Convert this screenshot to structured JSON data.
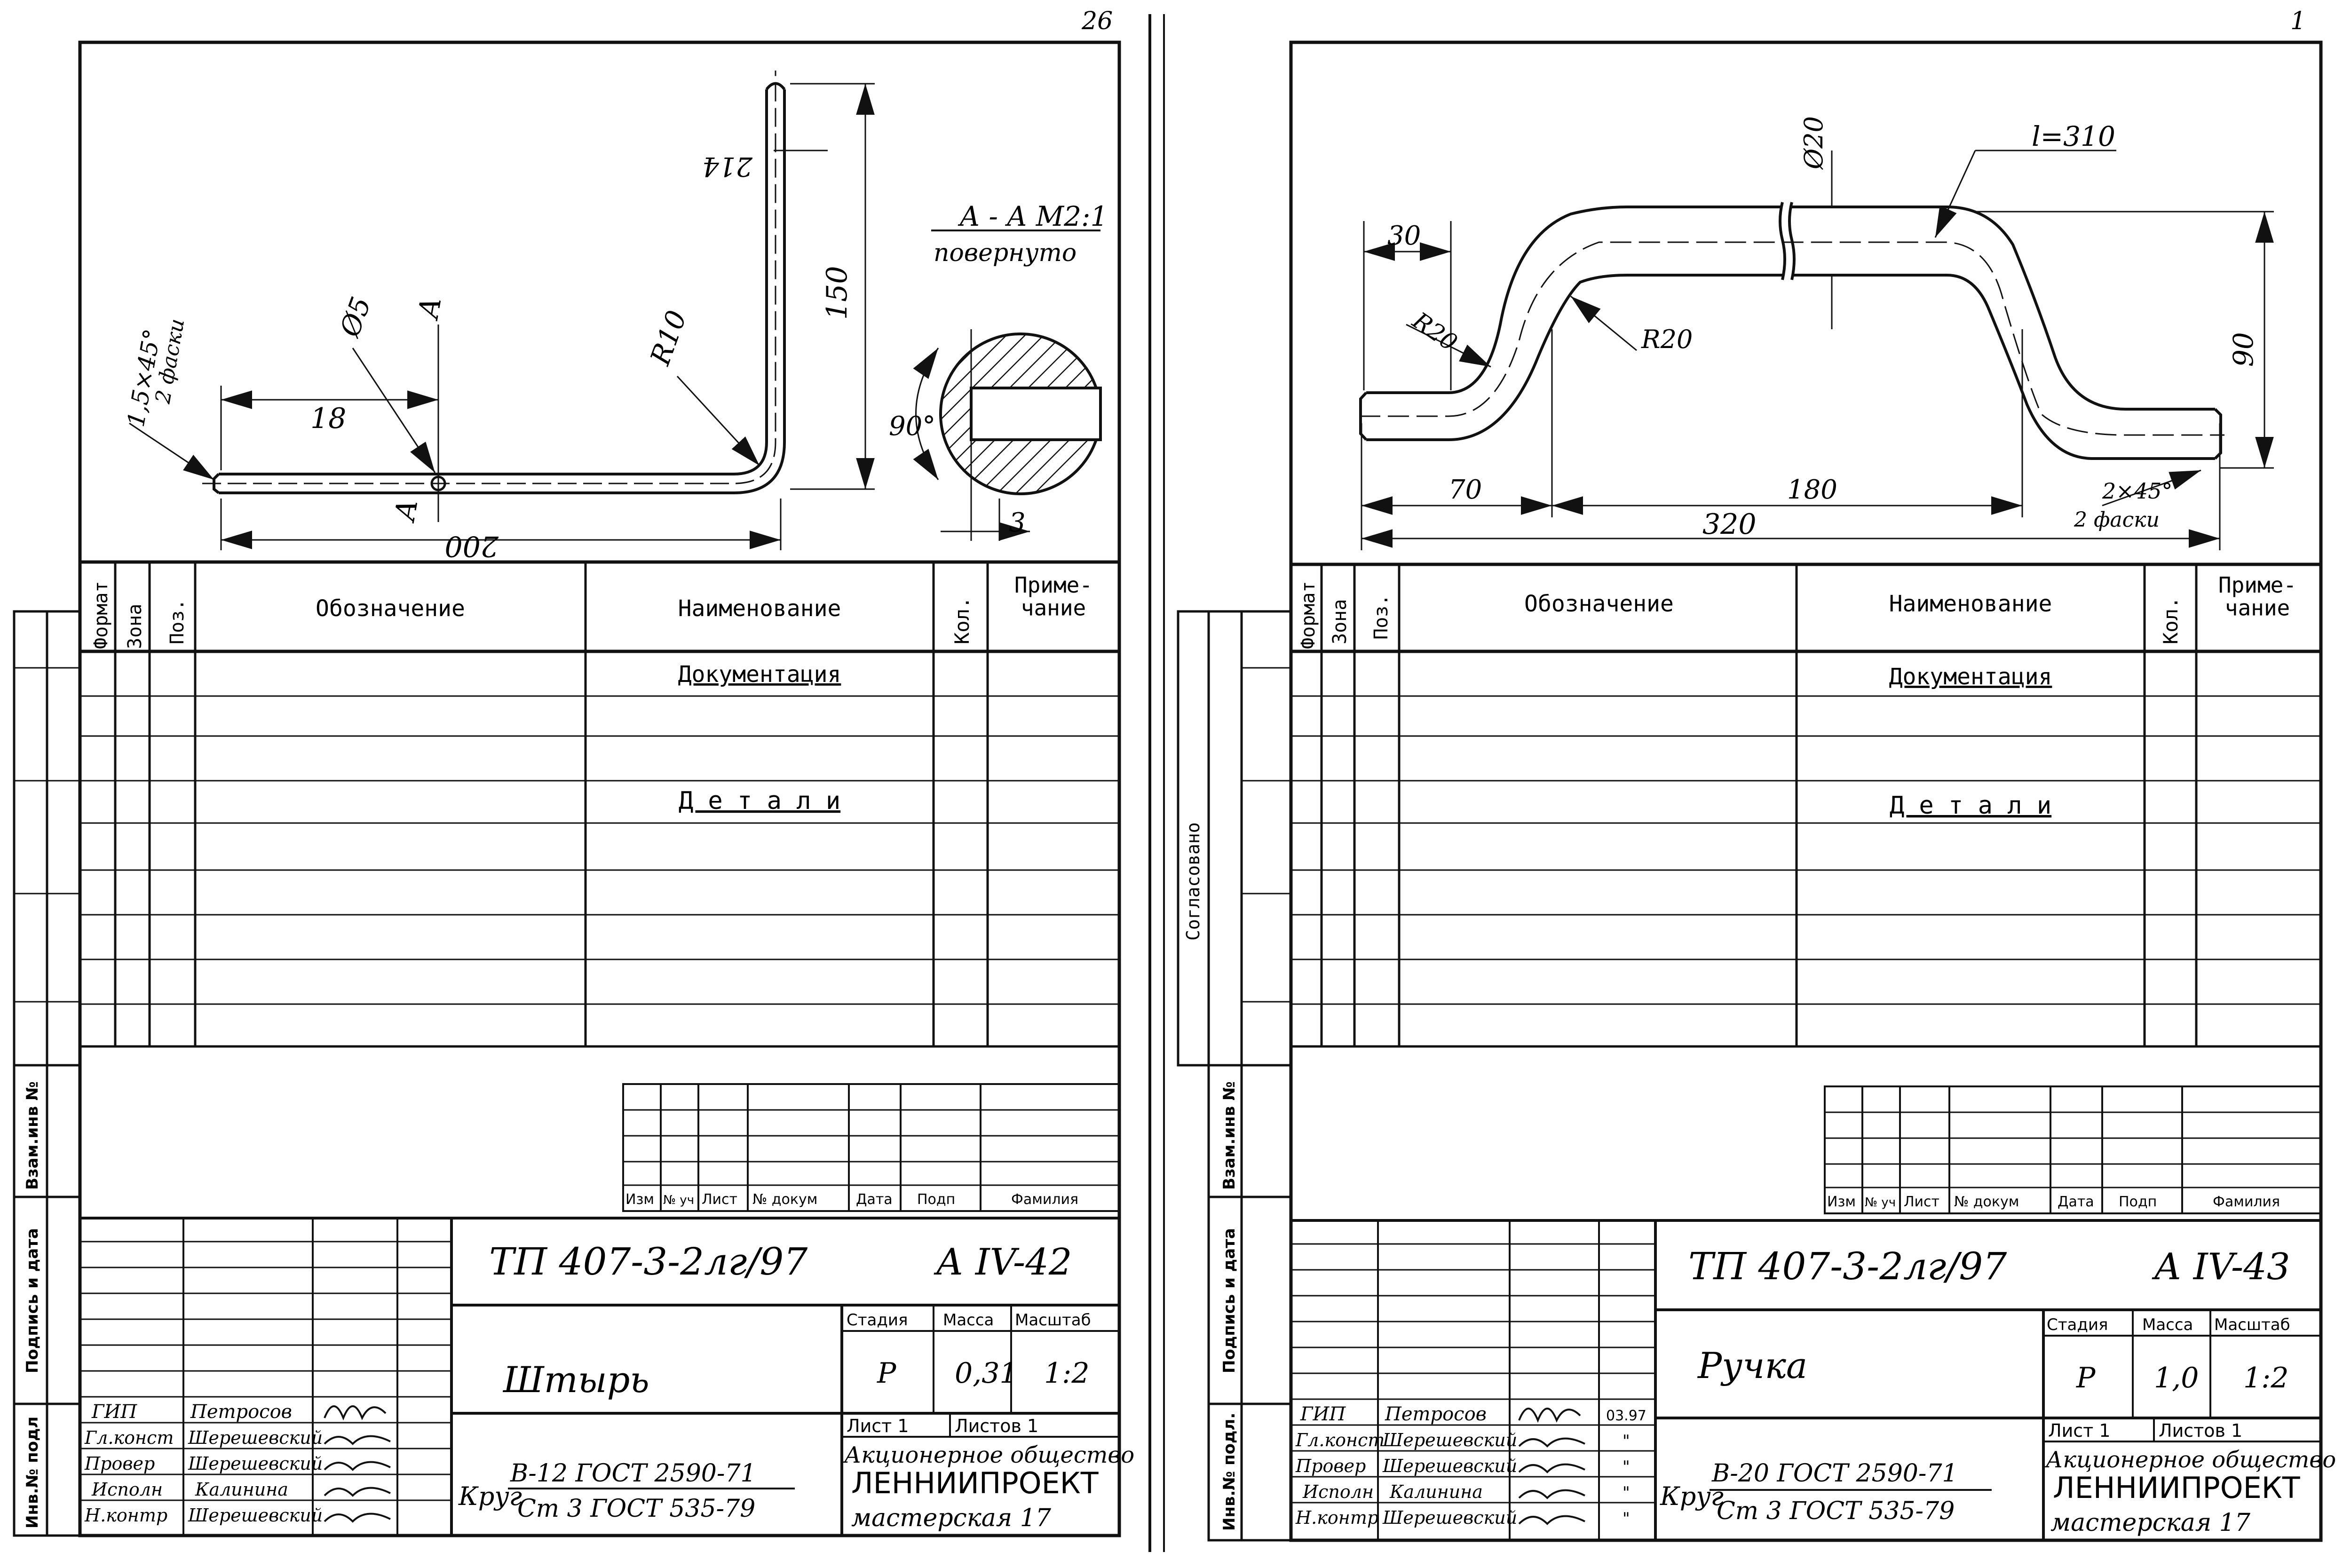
{
  "page_marks": {
    "left": "26",
    "right": "1"
  },
  "sheets": [
    {
      "drawing": {
        "dims": [
          "200",
          "18",
          "150",
          "214",
          "R10",
          "Ø5"
        ],
        "chamfer": "1,5×45°",
        "chamfer_note": "2 фаски",
        "section_mark": "А",
        "section_title": "А - А М2:1",
        "section_note": "повернуто",
        "angle": "90°",
        "hole": "3"
      },
      "spec": {
        "headers": [
          "Формат",
          "Зона",
          "Поз.",
          "Обозначение",
          "Наименование",
          "Кол.",
          "Приме-\nчание"
        ],
        "section_doc": "Документация",
        "section_parts": "Д е т а л и"
      },
      "rev_headers": [
        "Изм",
        "№ уч",
        "Лист",
        "№ докум",
        "Дата",
        "Подп",
        "Фамилия"
      ],
      "side_labels": [
        "Взам.инв №",
        "Подпись и дата",
        "Инв.№ подл"
      ],
      "title_block": {
        "code": "ТП 407-3-2лг/97",
        "sheet_code": "А IV-42",
        "name": "Штырь",
        "stage_label": "Стадия",
        "mass_label": "Масса",
        "scale_label": "Масштаб",
        "stage": "Р",
        "mass": "0,31",
        "scale": "1:2",
        "sheet": "Лист 1",
        "sheets_total": "Листов 1",
        "material_prefix": "Круг",
        "material_top": "В-12 ГОСТ 2590-71",
        "material_bottom": "Ст 3 ГОСТ 535-79",
        "org1": "Акционерное общество",
        "org2": "ЛЕННИИПРОЕКТ",
        "org3": "мастерская 17",
        "roles": [
          "ГИП",
          "Гл.конст",
          "Провер",
          "Исполн",
          "Н.контр"
        ],
        "people": [
          "Петросов",
          "Шерешевский",
          "Шерешевский",
          "Калинина",
          "Шерешевский"
        ],
        "dates": []
      }
    },
    {
      "drawing": {
        "dims": [
          "320",
          "70",
          "180",
          "30",
          "90",
          "l=310",
          "Ø20",
          "R20",
          "R20"
        ],
        "chamfer": "2×45°",
        "chamfer_note": "2 фаски"
      },
      "spec": {
        "headers": [
          "Формат",
          "Зона",
          "Поз.",
          "Обозначение",
          "Наименование",
          "Кол.",
          "Приме-\nчание"
        ],
        "section_doc": "Документация",
        "section_parts": "Д е т а л и"
      },
      "rev_headers": [
        "Изм",
        "№ уч",
        "Лист",
        "№ докум",
        "Дата",
        "Подп",
        "Фамилия"
      ],
      "side_labels": [
        "Согласовано",
        "Взам.инв №",
        "Подпись и дата",
        "Инв.№ подл."
      ],
      "title_block": {
        "code": "ТП 407-3-2лг/97",
        "sheet_code": "А IV-43",
        "name": "Ручка",
        "stage_label": "Стадия",
        "mass_label": "Масса",
        "scale_label": "Масштаб",
        "stage": "Р",
        "mass": "1,0",
        "scale": "1:2",
        "sheet": "Лист 1",
        "sheets_total": "Листов 1",
        "material_prefix": "Круг",
        "material_top": "В-20 ГОСТ 2590-71",
        "material_bottom": "Ст 3 ГОСТ 535-79",
        "org1": "Акционерное общество",
        "org2": "ЛЕННИИПРОЕКТ",
        "org3": "мастерская 17",
        "roles": [
          "ГИП",
          "Гл.конст",
          "Провер",
          "Исполн",
          "Н.контр"
        ],
        "people": [
          "Петросов",
          "Шерешевский",
          "Шерешевский",
          "Калинина",
          "Шерешевский"
        ],
        "dates": [
          "03.97",
          "\"",
          "\"",
          "\"",
          "\""
        ]
      }
    }
  ]
}
